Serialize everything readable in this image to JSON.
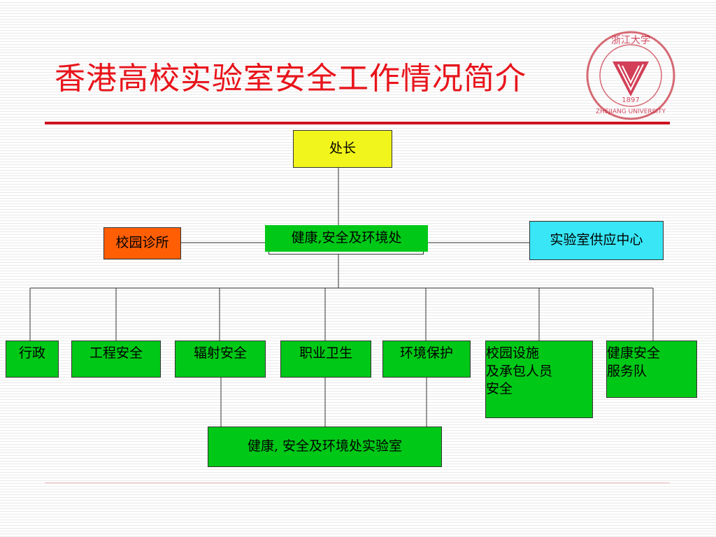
{
  "slide": {
    "title": "香港高校实验室安全工作情况简介",
    "logo": {
      "name": "Zhejiang University seal",
      "text_top": "浙江大学",
      "text_year": "1897",
      "text_bottom": "ZHEJIANG UNIVERSITY",
      "color": "#c8102e"
    }
  },
  "org_chart": {
    "head": "处长",
    "department": "健康,安全及环境处",
    "clinic": "校园诊所",
    "supply_center": "实验室供应中心",
    "sections": [
      {
        "label": "行政"
      },
      {
        "label": "工程安全"
      },
      {
        "label": "辐射安全"
      },
      {
        "label": "职业卫生"
      },
      {
        "label": "环境保护"
      },
      {
        "lines": [
          "校园设施",
          "及承包人员",
          "安全"
        ]
      },
      {
        "lines": [
          "健康安全",
          "服务队"
        ]
      }
    ],
    "laboratory": "健康, 安全及环境处实验室",
    "colors": {
      "head": "#f2f51b",
      "department": "#00c817",
      "clinic": "#ff5e05",
      "supply_center": "#38e6f5",
      "sections": "#00c817",
      "title": "#e8141b"
    }
  }
}
